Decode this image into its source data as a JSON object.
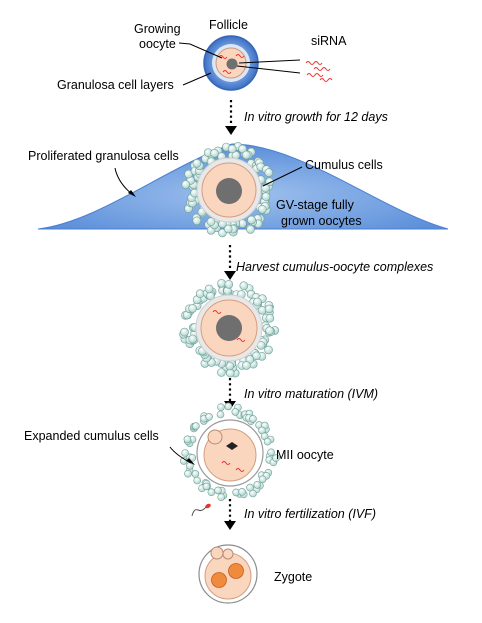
{
  "labels": {
    "follicle": "Follicle",
    "growing_oocyte_1": "Growing",
    "growing_oocyte_2": "oocyte",
    "granulosa_layers": "Granulosa cell layers",
    "sirna": "siRNA",
    "proliferated": "Proliferated granulosa cells",
    "cumulus_cells": "Cumulus cells",
    "gv_stage_1": "GV-stage fully",
    "gv_stage_2": "grown oocytes",
    "expanded_cumulus": "Expanded cumulus cells",
    "mii_oocyte": "MII oocyte",
    "zygote": "Zygote"
  },
  "steps": {
    "growth": "In vitro growth for 12 days",
    "harvest": "Harvest cumulus-oocyte complexes",
    "ivm": "In vitro maturation (IVM)",
    "ivf": "In vitro fertilization (IVF)"
  },
  "colors": {
    "follicle_blue": "#4a7fd0",
    "granulosa_blue": "#5a8fdd",
    "oocyte_peach": "#fbd6bf",
    "nucleus_gray": "#6f6f6f",
    "cumulus_cell": "#dff0ec",
    "pronucleus_orange": "#f08a3c",
    "sirna_red": "#e8332e"
  },
  "icons": [
    "follicle-icon",
    "sirna-icon",
    "oocyte-icon",
    "sperm-icon",
    "zygote-icon",
    "down-arrow-icon"
  ]
}
